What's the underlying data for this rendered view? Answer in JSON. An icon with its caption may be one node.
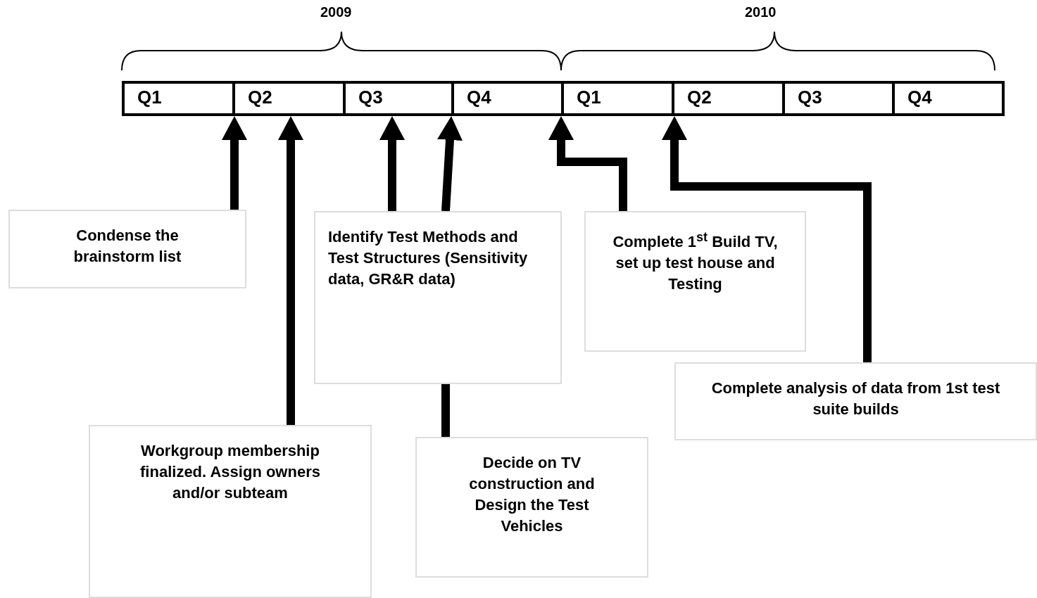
{
  "diagram": {
    "nodes": [
      {
        "text": [
          "Q1"
        ]
      },
      {
        "text": [
          "Q2"
        ]
      },
      {
        "text": [
          "Q3"
        ]
      },
      {
        "text": [
          "Q4"
        ]
      },
      {
        "text": [
          "Q1"
        ]
      },
      {
        "text": [
          "Q2"
        ]
      },
      {
        "text": [
          "Q3"
        ]
      },
      {
        "text": [
          "Q4"
        ]
      },
      {
        "text": [
          "Condense the brainstorm list"
        ]
      },
      {
        "text": [
          "Identify Test Methods and Test Structures (Sensitivity data, GR&R data)"
        ]
      },
      {
        "text": [
          "Complete 1$^{st}$ Build TV, set up test house and Testing"
        ]
      },
      {
        "text": [
          "Complete analysis of data from 1st test suite builds"
        ]
      },
      {
        "text": [
          "Workgroup membership finalized. Assign owners and/or subteam"
        ]
      },
      {
        "text": [
          "Decide on TV construction and Design the Test Vehicles"
        ]
      }
    ],
    "edges": [
      {
        "from": 8,
        "to": 1,
        "arrow": "to"
      },
      {
        "from": 12,
        "to": 1,
        "arrow": "to"
      },
      {
        "from": 9,
        "to": 2,
        "arrow": "to"
      },
      {
        "from": 9,
        "to": 3,
        "arrow": "to"
      },
      {
        "from": 13,
        "to": 9,
        "arrow": "none"
      },
      {
        "from": 10,
        "to": 4,
        "arrow": "to"
      },
      {
        "from": 11,
        "to": 5,
        "arrow": "to"
      }
    ],
    "labels": [
      "2009",
      "2010"
    ]
  }
}
